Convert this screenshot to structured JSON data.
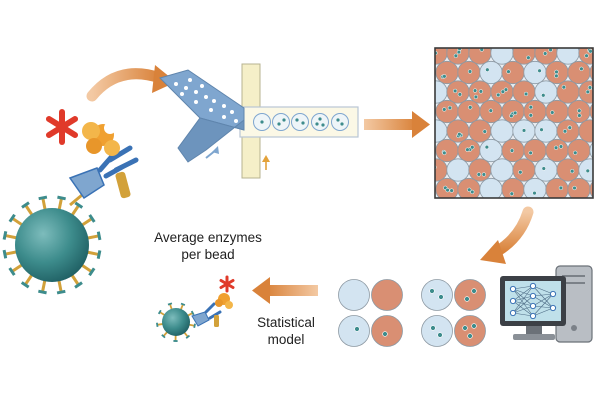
{
  "labels": {
    "average_line1": "Average enzymes",
    "average_line2": "per bead",
    "statistical_line1": "Statistical",
    "statistical_line2": "model"
  },
  "colors": {
    "flow_arrow": "#d9823a",
    "bead_teal": "#3d8c8c",
    "droplet_blue": "#d3e4f1",
    "droplet_salmon": "#d98f73",
    "asterisk_red": "#e03a2a",
    "enzyme_orange": "#f0a030",
    "chip_yellow": "#f5efc8",
    "channel_blue": "#7fa6cf",
    "antibody_blue": "#3a72b5",
    "antibody_gold": "#d2a13a"
  },
  "icons": {
    "enzyme": "asterisk-enzyme-icon",
    "computer": "computer-icon",
    "microfluidic_chip": "microfluidic-chip-icon"
  }
}
